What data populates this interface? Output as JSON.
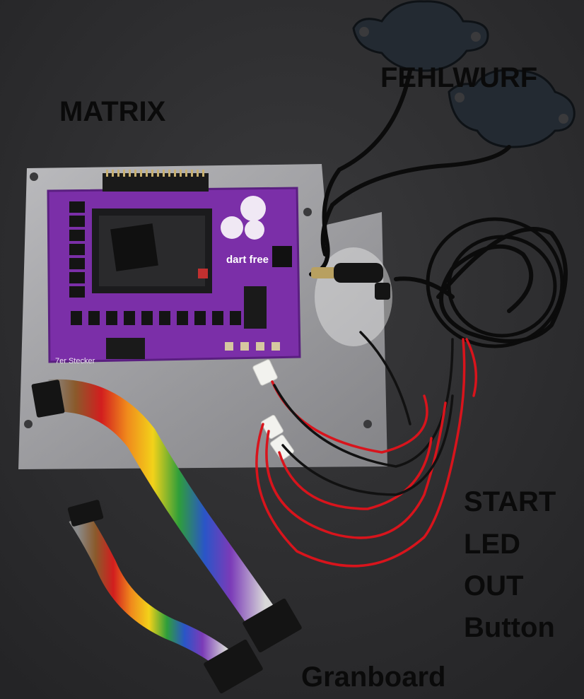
{
  "labels": {
    "matrix": "MATRIX",
    "fehlwurf": "FEHLWURF",
    "start": "START",
    "led": "LED",
    "out": "OUT",
    "button": "Button",
    "granboard": "Granboard"
  },
  "board": {
    "brand": "dart free",
    "connector_label": "7er Stecker"
  },
  "colors": {
    "background": "#2f2f31",
    "pcb": "#7b2fa8",
    "pcb_edge": "#5a1f80",
    "acrylic": "#c9c9cc",
    "label": "#0a0a0a",
    "wire_red": "#d8141c",
    "wire_black": "#111111"
  }
}
